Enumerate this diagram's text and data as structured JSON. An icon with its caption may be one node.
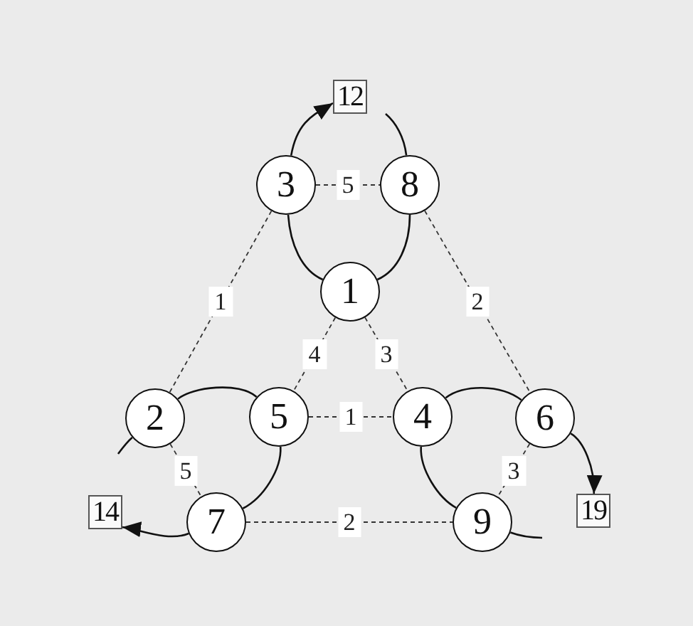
{
  "diagram": {
    "nodes": [
      {
        "text": [
          "12"
        ]
      },
      {
        "text": [
          "3"
        ]
      },
      {
        "text": [
          "8"
        ]
      },
      {
        "text": [
          "1"
        ]
      },
      {
        "text": [
          "2"
        ]
      },
      {
        "text": [
          "5"
        ]
      },
      {
        "text": [
          "4"
        ]
      },
      {
        "text": [
          "6"
        ]
      },
      {
        "text": [
          "14"
        ]
      },
      {
        "text": [
          "7"
        ]
      },
      {
        "text": [
          "19"
        ]
      },
      {
        "text": [
          "9"
        ]
      }
    ],
    "edges": [
      {
        "from": 1,
        "to": 2,
        "arrow": "none",
        "style": "dashed",
        "label": "5"
      },
      {
        "from": 1,
        "to": 4,
        "arrow": "none",
        "style": "dashed",
        "label": "1"
      },
      {
        "from": 2,
        "to": 7,
        "arrow": "none",
        "style": "dashed",
        "label": "2"
      },
      {
        "from": 3,
        "to": 5,
        "arrow": "none",
        "style": "dashed",
        "label": "4"
      },
      {
        "from": 3,
        "to": 6,
        "arrow": "none",
        "style": "dashed",
        "label": "3"
      },
      {
        "from": 5,
        "to": 6,
        "arrow": "none",
        "style": "dashed",
        "label": "1"
      },
      {
        "from": 4,
        "to": 9,
        "arrow": "none",
        "style": "dashed",
        "label": "5"
      },
      {
        "from": 9,
        "to": 11,
        "arrow": "none",
        "style": "dashed",
        "label": "2"
      },
      {
        "from": 7,
        "to": 11,
        "arrow": "none",
        "style": "dashed",
        "label": "3"
      },
      {
        "from": 1,
        "to": 3,
        "arrow": "none"
      },
      {
        "from": 2,
        "to": 3,
        "arrow": "none"
      },
      {
        "from": 1,
        "to": 0,
        "arrow": "to"
      },
      {
        "from": 2,
        "to": null,
        "arrow": "none"
      },
      {
        "from": 4,
        "to": 5,
        "arrow": "none"
      },
      {
        "from": 5,
        "to": 9,
        "arrow": "none"
      },
      {
        "from": 9,
        "to": 8,
        "arrow": "to"
      },
      {
        "from": 4,
        "to": null,
        "arrow": "none"
      },
      {
        "from": 6,
        "to": 7,
        "arrow": "none"
      },
      {
        "from": 6,
        "to": 11,
        "arrow": "none"
      },
      {
        "from": 7,
        "to": 10,
        "arrow": "to"
      },
      {
        "from": 11,
        "to": null,
        "arrow": "none"
      }
    ]
  }
}
